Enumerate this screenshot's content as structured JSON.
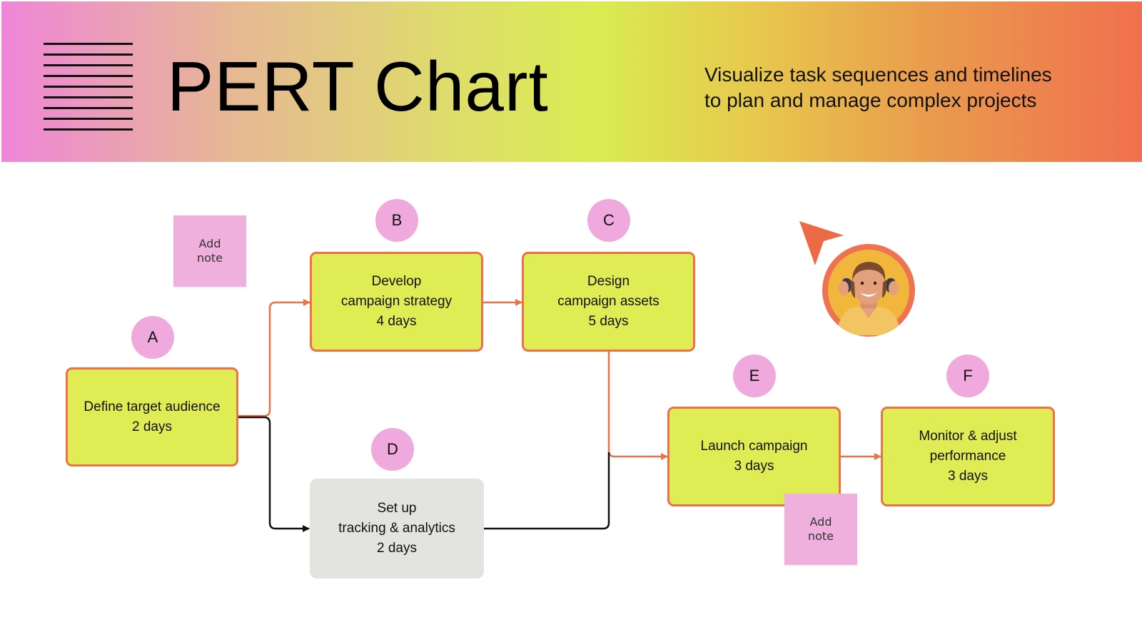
{
  "header": {
    "title": "PERT Chart",
    "subtitle_lines": [
      "Visualize task sequences and timelines",
      "to plan and manage complex projects"
    ],
    "icon": "menu-lines-icon"
  },
  "tasks": [
    {
      "id": "A",
      "lines": [
        "Define target audience",
        "2 days"
      ],
      "name": "Define target audience",
      "duration_days": 2,
      "style": "highlight"
    },
    {
      "id": "B",
      "lines": [
        "Develop",
        "campaign strategy",
        "4 days"
      ],
      "name": "Develop campaign strategy",
      "duration_days": 4,
      "style": "highlight"
    },
    {
      "id": "C",
      "lines": [
        "Design",
        "campaign assets",
        "5 days"
      ],
      "name": "Design campaign assets",
      "duration_days": 5,
      "style": "highlight"
    },
    {
      "id": "D",
      "lines": [
        "Set up",
        "tracking & analytics",
        "2 days"
      ],
      "name": "Set up tracking & analytics",
      "duration_days": 2,
      "style": "neutral"
    },
    {
      "id": "E",
      "lines": [
        "Launch campaign",
        "3 days"
      ],
      "name": "Launch campaign",
      "duration_days": 3,
      "style": "highlight"
    },
    {
      "id": "F",
      "lines": [
        "Monitor & adjust",
        "performance",
        "3 days"
      ],
      "name": "Monitor & adjust performance",
      "duration_days": 3,
      "style": "highlight"
    }
  ],
  "dependencies": [
    {
      "from": "A",
      "to": "B",
      "path": "critical"
    },
    {
      "from": "A",
      "to": "D",
      "path": "normal"
    },
    {
      "from": "B",
      "to": "C",
      "path": "critical"
    },
    {
      "from": "C",
      "to": "E",
      "path": "critical"
    },
    {
      "from": "D",
      "to": "E",
      "path": "normal"
    },
    {
      "from": "E",
      "to": "F",
      "path": "critical"
    }
  ],
  "notes": [
    {
      "lines": [
        "Add",
        "note"
      ]
    },
    {
      "lines": [
        "Add",
        "note"
      ]
    }
  ],
  "collaborator": {
    "avatar": "collaborator-avatar",
    "cursor_icon": "pointer-cursor-icon"
  },
  "colors": {
    "task_fill": "#dfec54",
    "task_border": "#ec7048",
    "critical_path": "#ec7048",
    "normal_path": "#111111",
    "badge_fill": "#f0a9dc",
    "note_fill": "#efb0dd",
    "neutral_task_fill": "#e3e4e0"
  }
}
